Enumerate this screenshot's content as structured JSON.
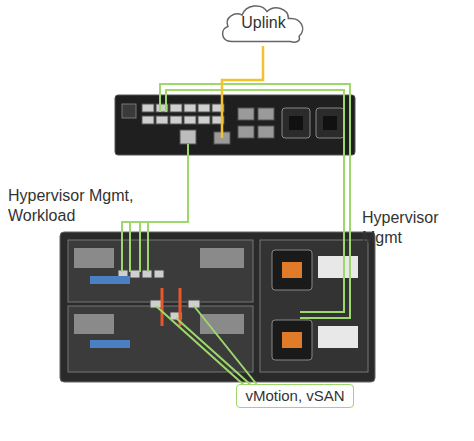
{
  "diagram": {
    "nodes": [
      {
        "text": [
          "Uplink"
        ]
      },
      {
        "text": [
          "vMotion, vSAN"
        ]
      }
    ],
    "labels": [
      "Hypervisor Mgmt, Workload",
      "Hypervisor Mgmt"
    ]
  }
}
